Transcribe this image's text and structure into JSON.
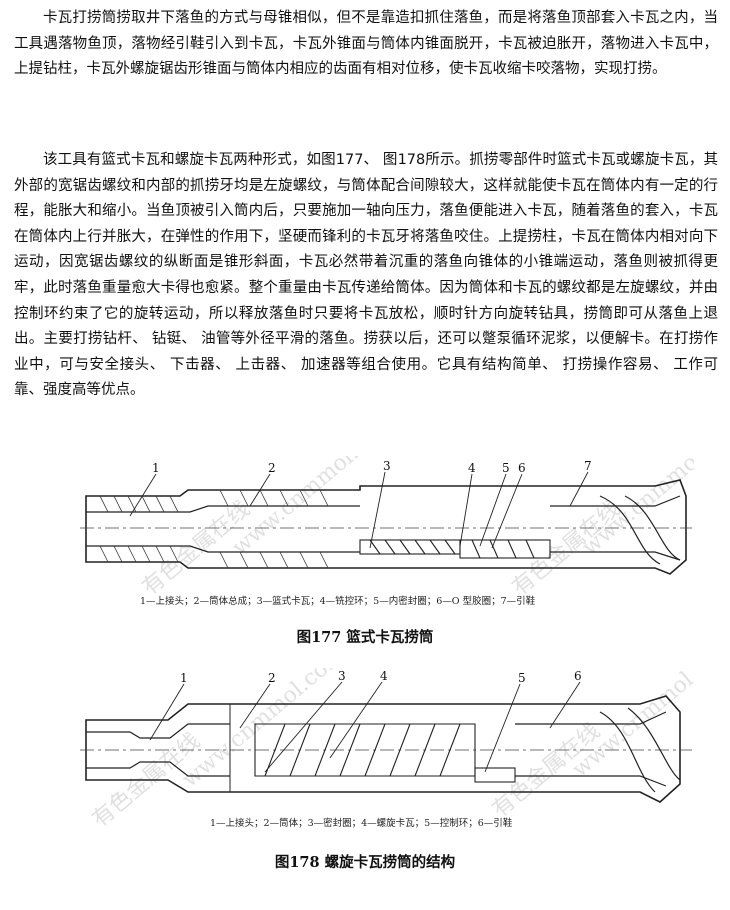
{
  "paragraphs": [
    "卡瓦打捞筒捞取井下落鱼的方式与母锥相似，但不是靠造扣抓住落鱼，而是将落鱼顶部套入卡瓦之内，当工具遇落物鱼顶，落物经引鞋引入到卡瓦，卡瓦外锥面与筒体内锥面脱开，卡瓦被迫胀开，落物进入卡瓦中，上提钻柱，卡瓦外螺旋锯齿形锥面与筒体内相应的齿面有相对位移，使卡瓦收缩卡咬落物，实现打捞。",
    "该工具有篮式卡瓦和螺旋卡瓦两种形式，如图177、 图178所示。抓捞零部件时篮式卡瓦或螺旋卡瓦，其外部的宽锯齿螺纹和内部的抓捞牙均是左旋螺纹，与筒体配合间隙较大，这样就能使卡瓦在筒体内有一定的行程，能胀大和缩小。当鱼顶被引入筒内后，只要施加一轴向压力，落鱼便能进入卡瓦，随着落鱼的套入，卡瓦在筒体内上行并胀大，在弹性的作用下，坚硬而锋利的卡瓦牙将落鱼咬住。上提捞柱，卡瓦在筒体内相对向下运动，因宽锯齿螺纹的纵断面是锥形斜面，卡瓦必然带着沉重的落鱼向锥体的小锥端运动，落鱼则被抓得更牢，此时落鱼重量愈大卡得也愈紧。整个重量由卡瓦传递给筒体。因为筒体和卡瓦的螺纹都是左旋螺纹，并由控制环约束了它的旋转运动，所以释放落鱼时只要将卡瓦放松，顺时针方向旋转钻具，捞筒即可从落鱼上退出。主要打捞钻杆、 钻铤、 油管等外径平滑的落鱼。捞获以后，还可以蹩泵循环泥浆，以便解卡。在打捞作业中，可与安全接头、 下击器、 上击器、 加速器等组合使用。它具有结构简单、 打捞操作容易、 工作可靠、强度高等优点。"
  ],
  "figures": [
    {
      "caption": "图177  篮式卡瓦捞筒",
      "numbers": [
        "1",
        "2",
        "3",
        "4",
        "5",
        "6",
        "7"
      ],
      "legend": "1—上接头；2—筒体总成；3—篮式卡瓦；4—铣控环；5—内密封圈；6—O 型胶圈；7—引鞋",
      "watermark": [
        "有色金属在线",
        "www.cnmmol.com"
      ]
    },
    {
      "caption": "图178  螺旋卡瓦捞筒的结构",
      "numbers": [
        "1",
        "2",
        "3",
        "4",
        "5",
        "6"
      ],
      "legend": "1—上接头；2—筒体；3—密封圈；4—螺旋卡瓦；5—控制环；6—引鞋",
      "watermark": [
        "有色金属在线",
        "www.cnmmol.com"
      ]
    }
  ]
}
